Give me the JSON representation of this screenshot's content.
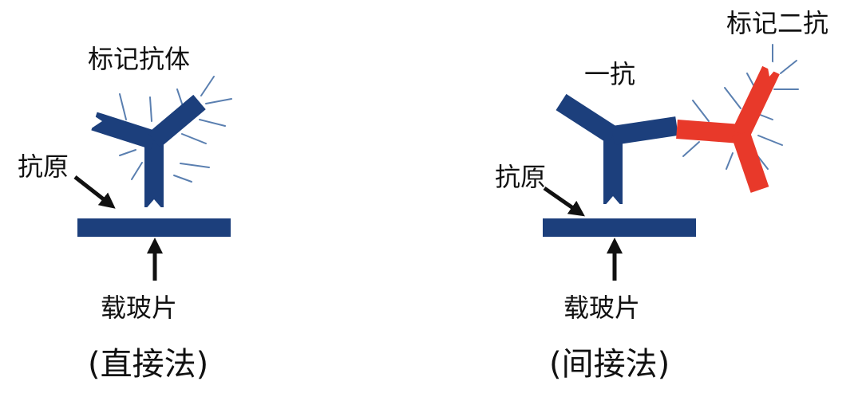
{
  "direct": {
    "antibody_label": "标记抗体",
    "antigen_label": "抗原",
    "slide_label": "载玻片",
    "method_label": "(直接法)"
  },
  "indirect": {
    "primary_label": "一抗",
    "secondary_label": "标记二抗",
    "antigen_label": "抗原",
    "slide_label": "载玻片",
    "method_label": "(间接法)"
  },
  "colors": {
    "antibody": "#1c3f7c",
    "labeled_secondary": "#e8392a",
    "slide": "#1c3f7c",
    "glow_lines": "#5a7fb0",
    "arrow": "#111111"
  }
}
